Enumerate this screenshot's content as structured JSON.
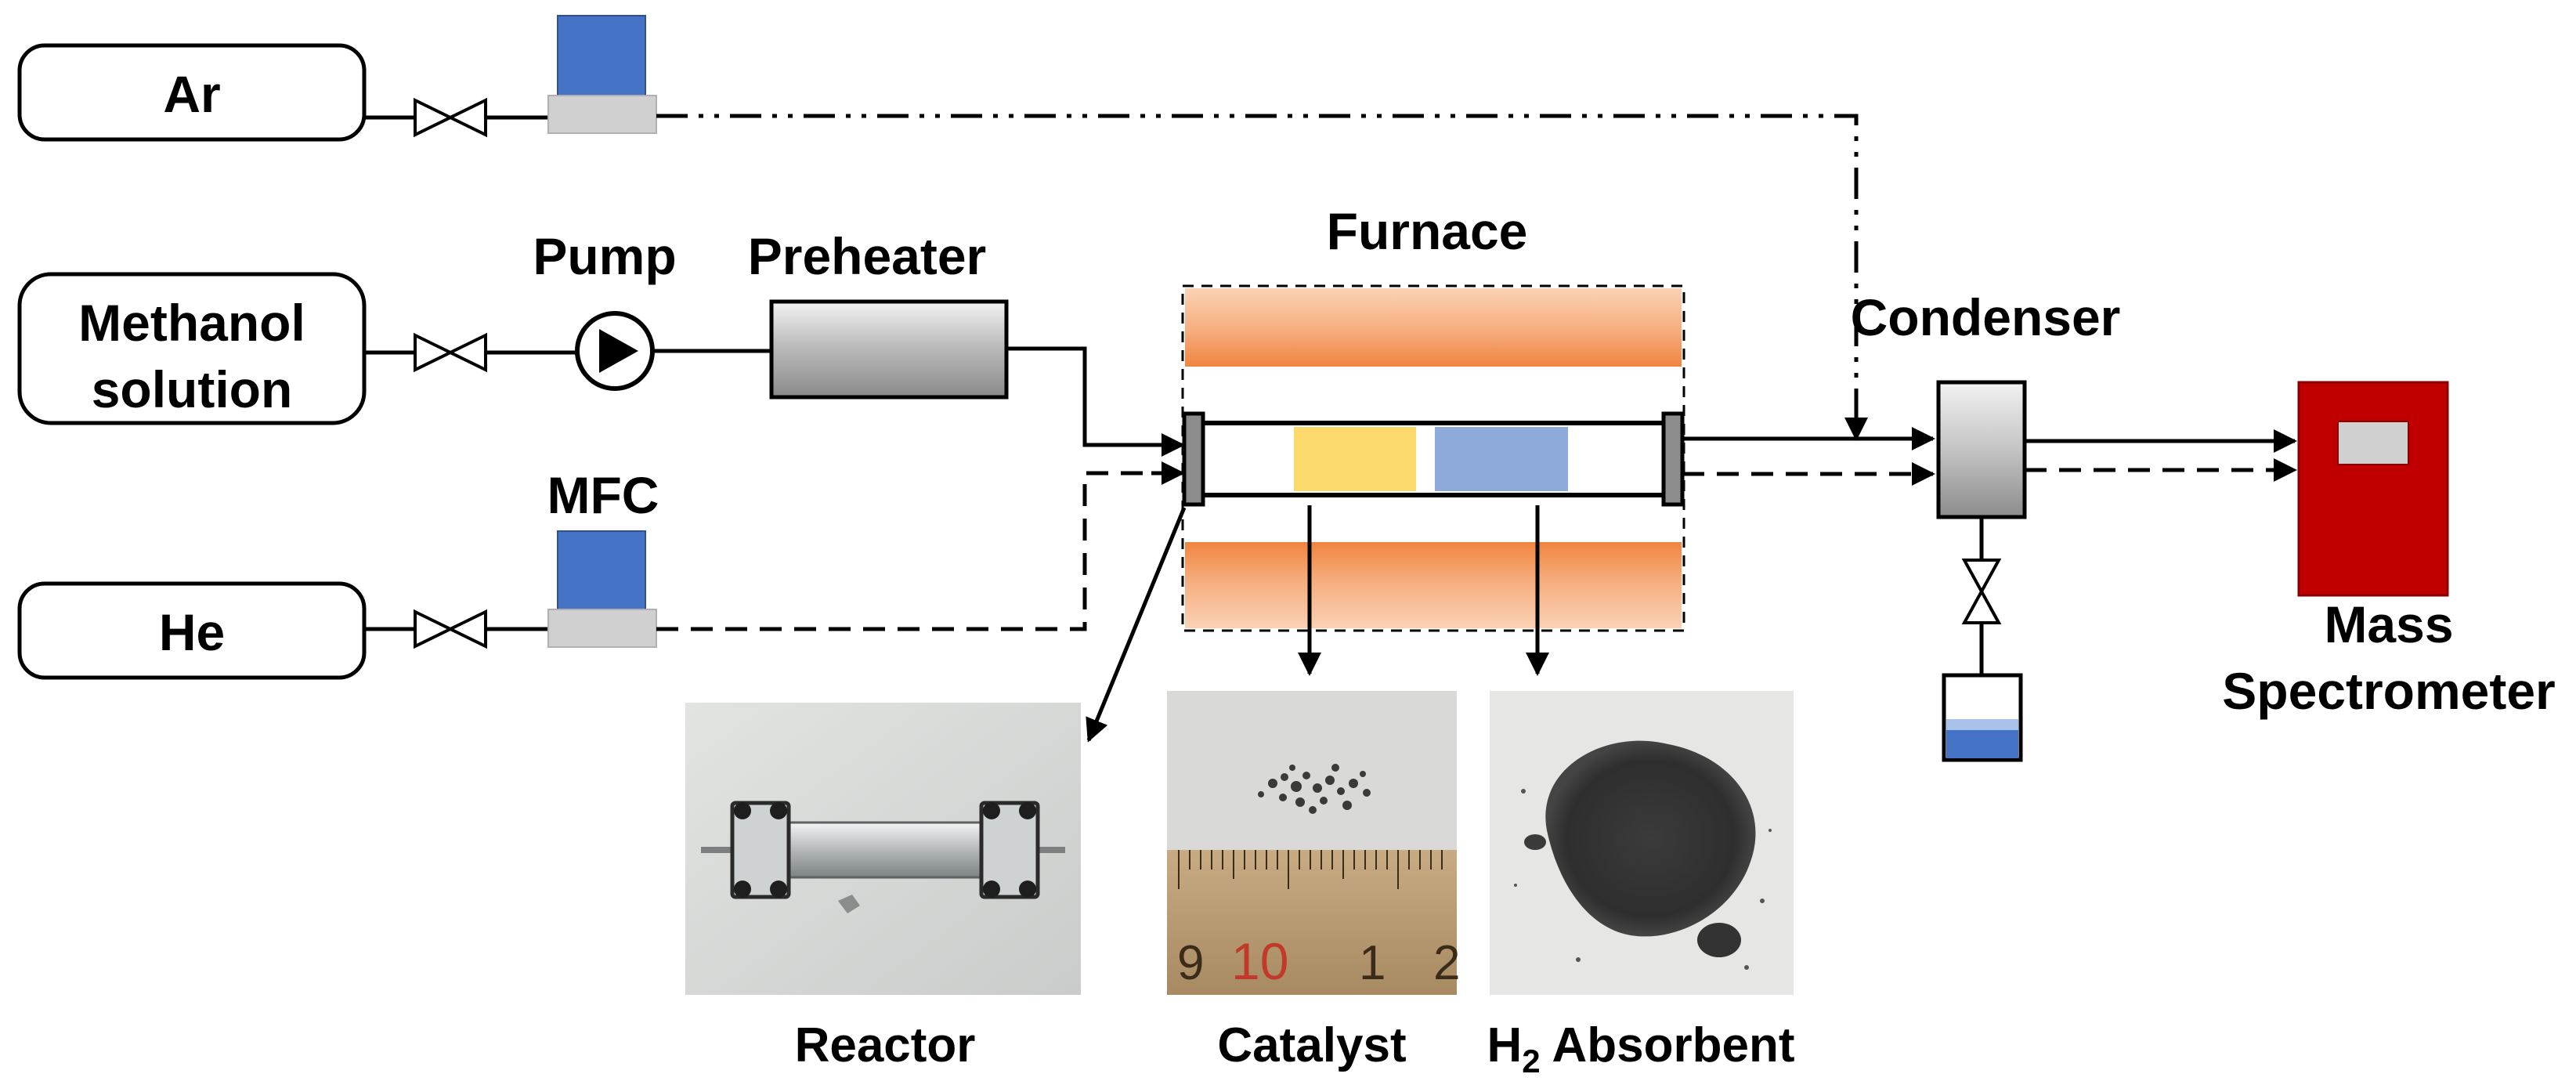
{
  "gas_sources": {
    "ar": "Ar",
    "methanol_line1": "Methanol",
    "methanol_line2": "solution",
    "he": "He"
  },
  "components": {
    "pump": "Pump",
    "preheater": "Preheater",
    "mfc": "MFC",
    "furnace": "Furnace",
    "condenser": "Condenser",
    "ms_line1": "Mass",
    "ms_line2": "Spectrometer"
  },
  "photos": {
    "reactor": "Reactor",
    "catalyst": "Catalyst",
    "absorbent_prefix": "H",
    "absorbent_sub": "2",
    "absorbent_suffix": " Absorbent",
    "ruler_digits": [
      "9",
      "10",
      "1",
      "2"
    ]
  },
  "colors": {
    "mfc_body": "#4472c4",
    "mfc_base": "#d0d0d0",
    "furnace_heater": "#f4a46c",
    "catalyst_bed": "#fbd96a",
    "absorbent_bed": "#8eaadb",
    "mass_spectrometer": "#c00000",
    "liquid": "#4472c4"
  },
  "line_styles": {
    "ar_line": "dash-dot-dot",
    "methanol_line": "solid",
    "he_line": "dashed"
  }
}
